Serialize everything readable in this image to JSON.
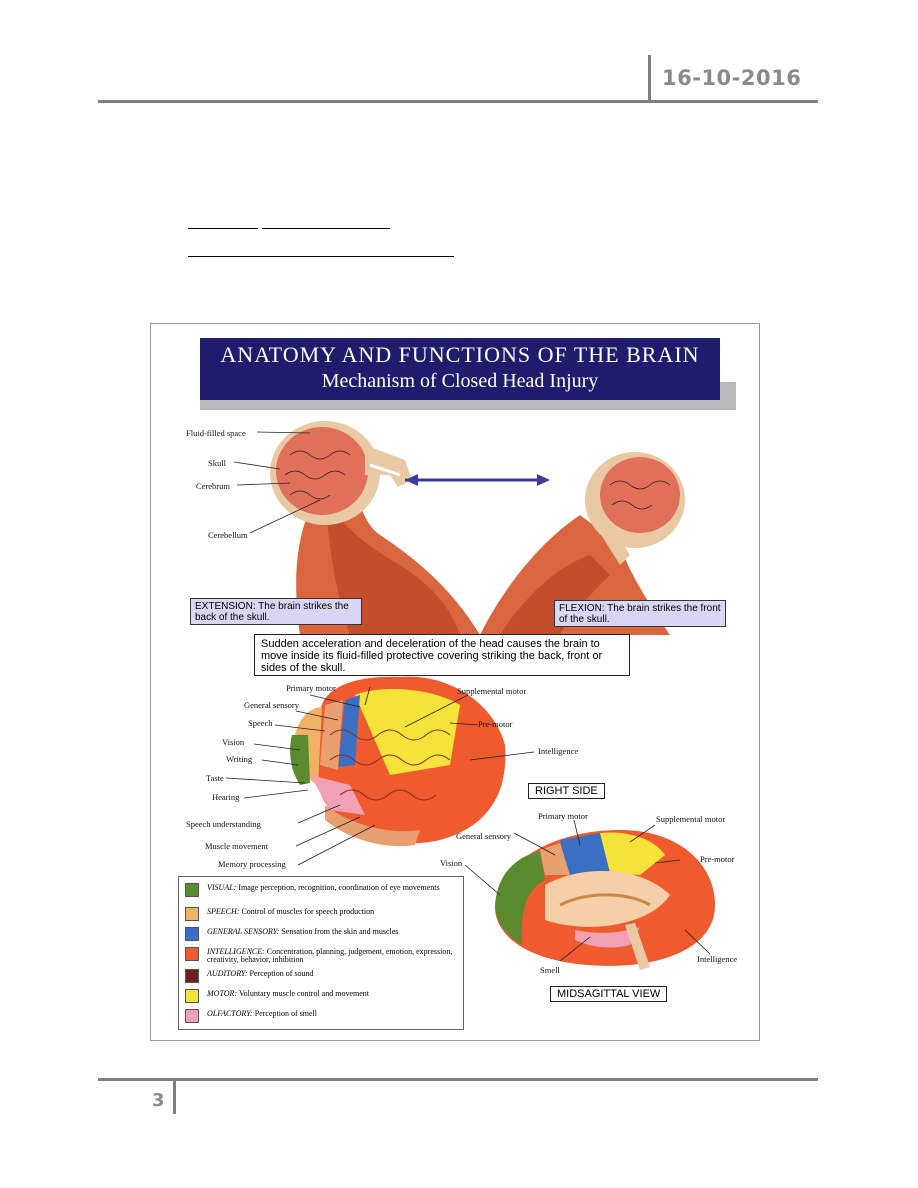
{
  "header": {
    "date": "16-10-2016"
  },
  "footer": {
    "page_number": "3"
  },
  "poster": {
    "title_line1": "ANATOMY AND FUNCTIONS OF THE BRAIN",
    "title_line2": "Mechanism of Closed Head Injury",
    "head_labels": {
      "fluid": "Fluid-filled space",
      "skull": "Skull",
      "cerebrum": "Cerebrum",
      "cerebellum": "Cerebellum"
    },
    "extension_caption": "EXTENSION: The brain strikes the back of the skull.",
    "flexion_caption": "FLEXION: The brain strikes the front of the skull.",
    "explanation": "Sudden acceleration and deceleration of the head causes the brain to move inside its fluid-filled protective covering striking the back, front or sides of the skull.",
    "right_side": {
      "view_label": "RIGHT SIDE",
      "labels": {
        "primary_motor": "Primary motor",
        "general_sensory": "General sensory",
        "speech": "Speech",
        "vision": "Vision",
        "writing": "Writing",
        "taste": "Taste",
        "hearing": "Hearing",
        "speech_understanding": "Speech understanding",
        "muscle_movement": "Muscle movement",
        "memory_processing": "Memory processing",
        "supplemental_motor": "Supplemental motor",
        "pre_motor": "Pre-motor",
        "intelligence": "Intelligence"
      }
    },
    "midsagittal": {
      "view_label": "MIDSAGITTAL VIEW",
      "labels": {
        "primary_motor": "Primary motor",
        "supplemental_motor": "Supplemental motor",
        "general_sensory": "General sensory",
        "pre_motor": "Pre-motor",
        "vision": "Vision",
        "smell": "Smell",
        "intelligence": "Intelligence"
      }
    },
    "legend": [
      {
        "category": "VISUAL:",
        "text": "Image perception, recognition, coordination of eye movements",
        "color": "#5c8a2e"
      },
      {
        "category": "SPEECH:",
        "text": "Control of muscles for speech production",
        "color": "#f2b266"
      },
      {
        "category": "GENERAL SENSORY:",
        "text": "Sensation from the skin and muscles",
        "color": "#3a6fc4"
      },
      {
        "category": "INTELLIGENCE:",
        "text": "Concentration, planning, judgement, emotion, expression, creativity, behavior, inhibition",
        "color": "#ef5a2f"
      },
      {
        "category": "AUDITORY:",
        "text": "Perception of sound",
        "color": "#6e1f1f"
      },
      {
        "category": "MOTOR:",
        "text": "Voluntary muscle control and movement",
        "color": "#f5e33a"
      },
      {
        "category": "OLFACTORY:",
        "text": "Perception of smell",
        "color": "#f2a0b4"
      }
    ]
  }
}
